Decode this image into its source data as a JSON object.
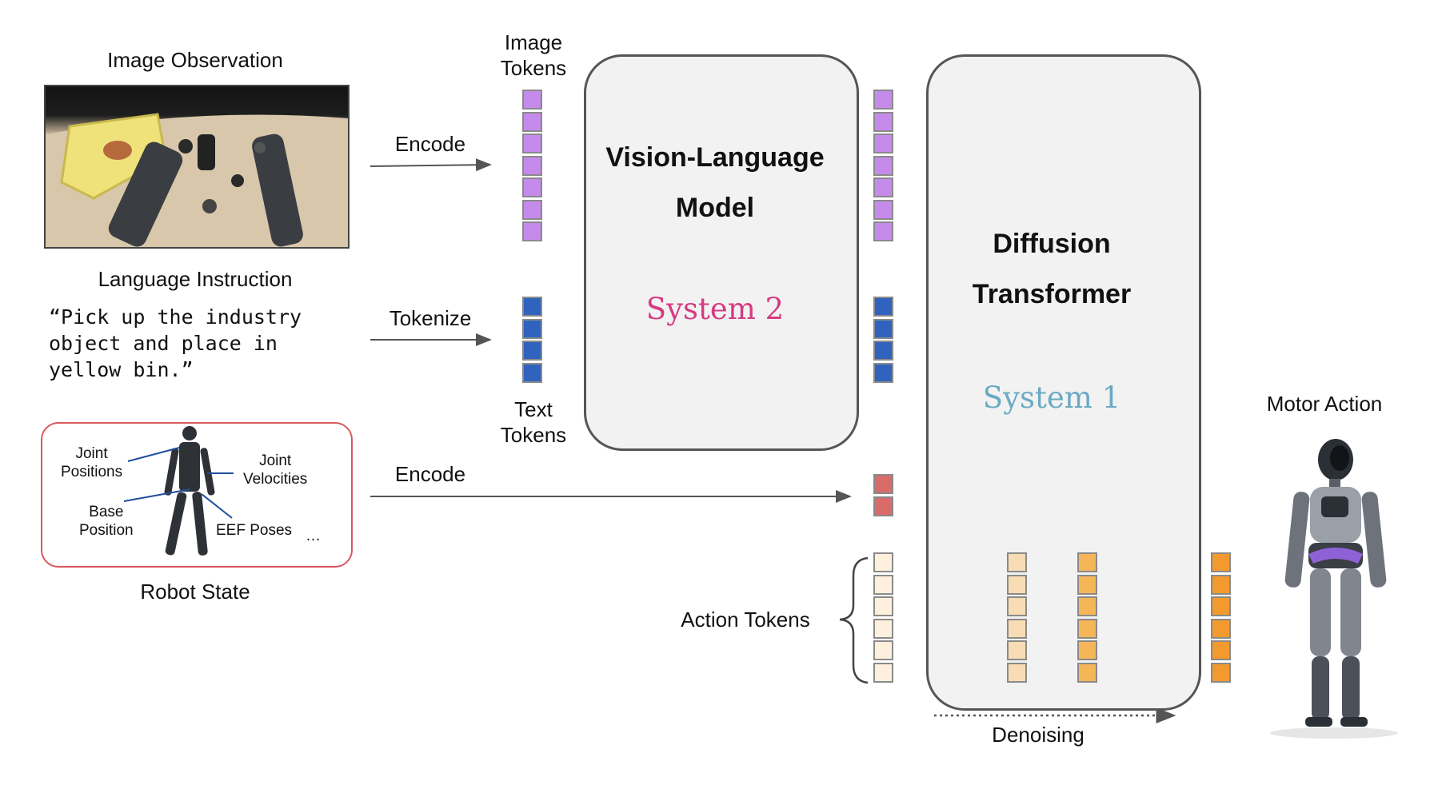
{
  "image_observation": {
    "title": "Image Observation"
  },
  "language_instruction": {
    "title": "Language Instruction",
    "lines": [
      "“Pick up the industry",
      "object and place in",
      "yellow bin.”"
    ]
  },
  "robot_state": {
    "title": "Robot State",
    "labels": {
      "joint_positions": [
        "Joint",
        "Positions"
      ],
      "joint_velocities": [
        "Joint",
        "Velocities"
      ],
      "base_position": [
        "Base",
        "Position"
      ],
      "eef_poses": "EEF Poses",
      "ellipsis": "…"
    }
  },
  "arrows": {
    "encode_image": "Encode",
    "tokenize": "Tokenize",
    "encode_state": "Encode"
  },
  "token_labels": {
    "image_tokens": [
      "Image",
      "Tokens"
    ],
    "text_tokens": [
      "Text",
      "Tokens"
    ],
    "action_tokens": "Action Tokens"
  },
  "vlm": {
    "title_line1": "Vision-Language",
    "title_line2": "Model",
    "system": "System 2",
    "system_color": "#d63a82"
  },
  "dit": {
    "title_line1": "Diffusion",
    "title_line2": "Transformer",
    "system": "System 1",
    "system_color": "#6aaac4"
  },
  "denoising": "Denoising",
  "motor_action": "Motor Action",
  "colors": {
    "image_token": "#c58bea",
    "text_token": "#2f63be",
    "state_token": "#d96b6b",
    "action_token_noisy": "#fdf0dc",
    "action_token_mid": "#f8dcb4",
    "action_token_less": "#f5b658",
    "action_token_clean": "#f29a2e",
    "robot_state_border": "#d7595e"
  }
}
